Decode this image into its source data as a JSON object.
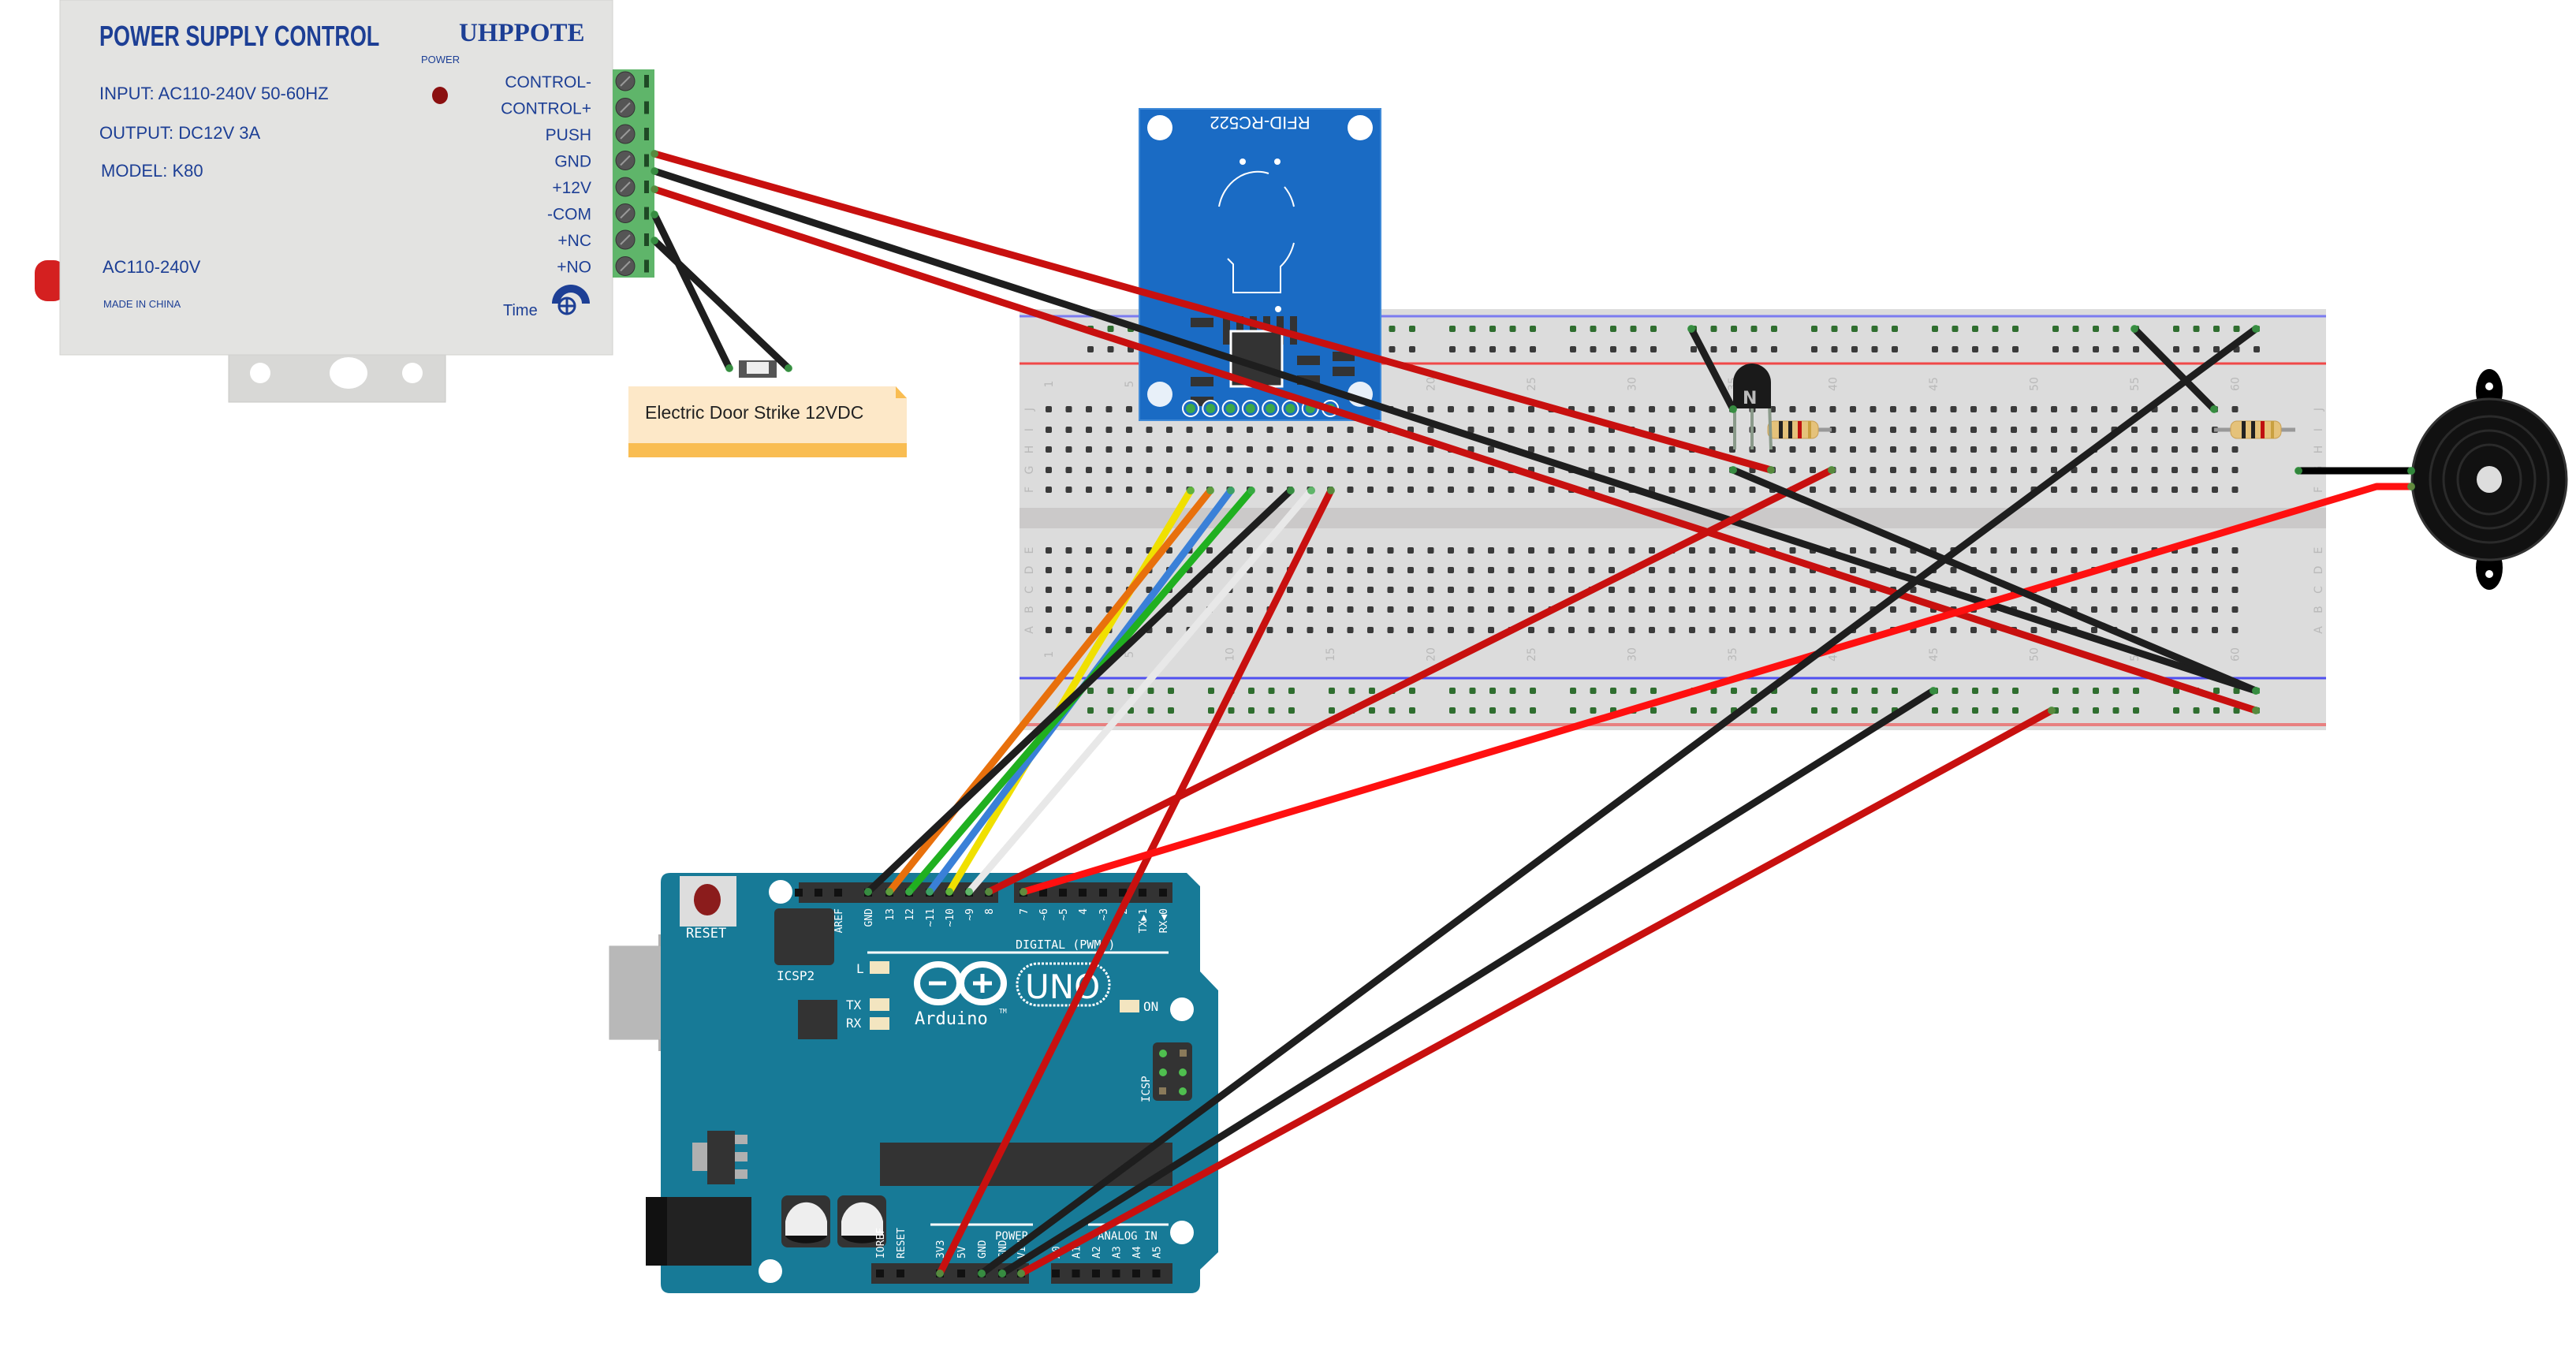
{
  "power_supply": {
    "title": "POWER SUPPLY CONTROL",
    "brand": "UHPPOTE",
    "power_led_label": "POWER",
    "input": "INPUT: AC110-240V  50-60HZ",
    "output": "OUTPUT: DC12V  3A",
    "model": "MODEL:  K80",
    "ac_label": "AC110-240V",
    "made_in": "MADE IN CHINA",
    "time_label": "Time",
    "terminals": [
      "CONTROL-",
      "CONTROL+",
      "PUSH",
      "GND",
      "+12V",
      "-COM",
      "+NC",
      "+NO"
    ]
  },
  "door_strike": {
    "label": "Electric Door Strike 12VDC"
  },
  "rfid": {
    "label": "RFID-RC522"
  },
  "breadboard": {
    "row_letters_top": [
      "J",
      "I",
      "H",
      "G",
      "F"
    ],
    "row_letters_bottom": [
      "E",
      "D",
      "C",
      "B",
      "A"
    ],
    "column_numbers": [
      "1",
      "5",
      "10",
      "15",
      "20",
      "25",
      "30",
      "35",
      "40",
      "45",
      "50",
      "55",
      "60"
    ]
  },
  "transistor": {
    "label": "N"
  },
  "arduino": {
    "reset_label": "RESET",
    "icsp2_label": "ICSP2",
    "icsp_label": "ICSP",
    "digital_label": "DIGITAL (PWM~)",
    "digital_pins": [
      "AREF",
      "GND",
      "13",
      "12",
      "~11",
      "~10",
      "~9",
      "8",
      "7",
      "~6",
      "~5",
      "4",
      "~3",
      "2",
      "TX▶1",
      "RX◀0"
    ],
    "led_l": "L",
    "led_tx": "TX",
    "led_rx": "RX",
    "led_on": "ON",
    "brand": "Arduino",
    "tm": "TM",
    "model": "UNO",
    "power_label": "POWER",
    "analog_label": "ANALOG IN",
    "power_pins": [
      "IOREF",
      "RESET",
      "3V3",
      "5V",
      "GND",
      "GND",
      "VIN"
    ],
    "analog_pins": [
      "A0",
      "A1",
      "A2",
      "A3",
      "A4",
      "A5"
    ]
  },
  "colors": {
    "arduino_board": "#177a97",
    "rfid_board": "#1a6bc4",
    "wire_red": "#c8100f",
    "wire_bright_red": "#ff1010",
    "wire_black": "#1e1e1e",
    "breadboard": "#dcdcdc"
  }
}
